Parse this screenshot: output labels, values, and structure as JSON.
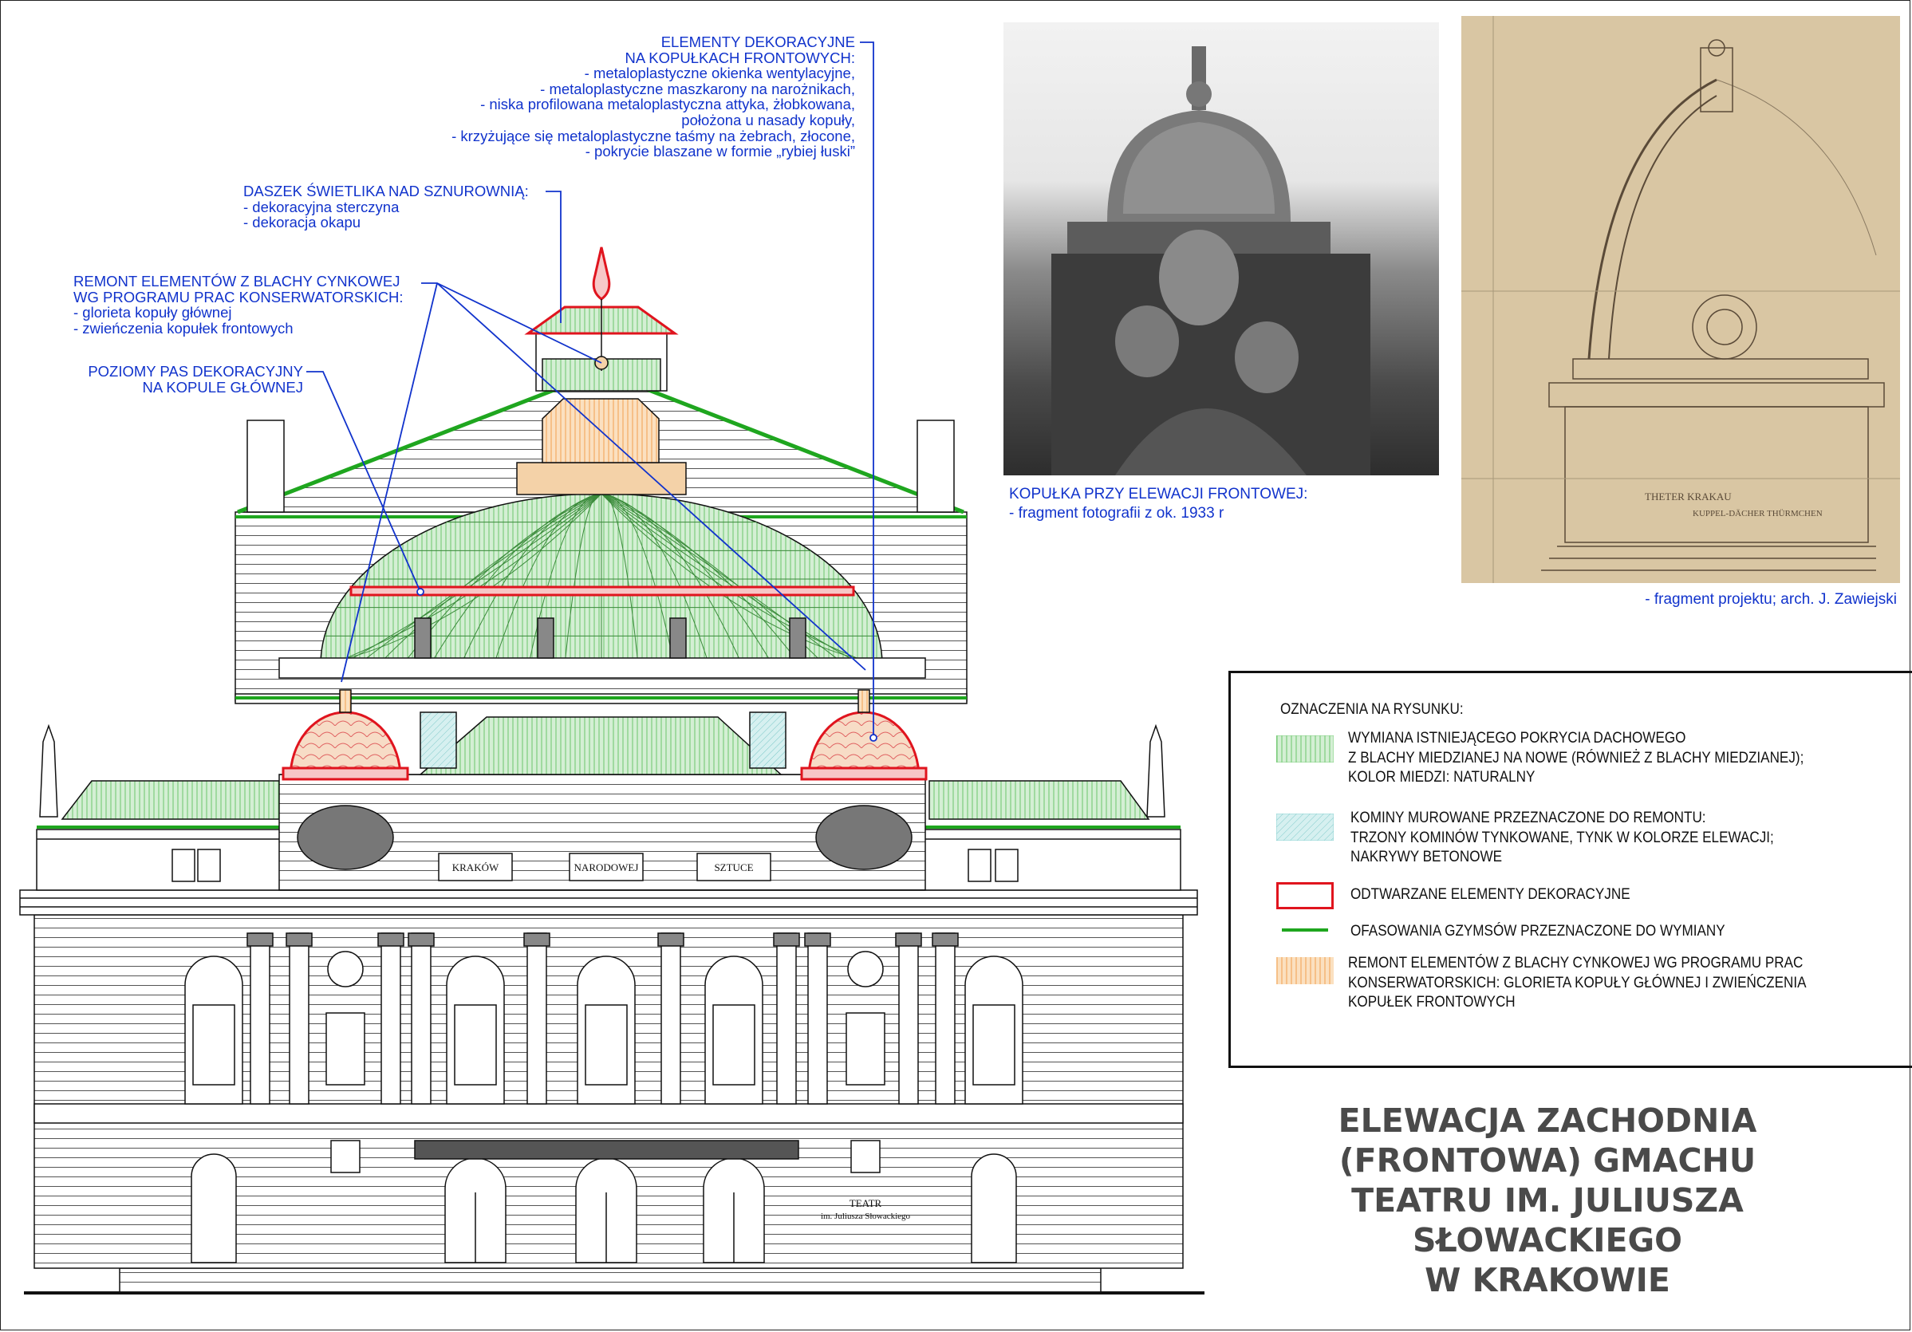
{
  "annotations": {
    "front_domes": {
      "title": [
        "ELEMENTY DEKORACYJNE",
        "NA KOPUŁKACH FRONTOWYCH:"
      ],
      "items": [
        "- metaloplastyczne okienka wentylacyjne,",
        "- metaloplastyczne maszkarony na narożnikach,",
        "- niska profilowana metaloplastyczna attyka, żłobkowana,",
        "położona u nasady kopuły,",
        "- krzyżujące się metaloplastyczne taśmy na żebrach, złocone,",
        "- pokrycie blaszane w formie „rybiej łuski”"
      ]
    },
    "skylight_roof": {
      "title": "DASZEK ŚWIETLIKA NAD SZNUROWNIĄ:",
      "items": [
        "- dekoracyjna sterczyna",
        "- dekoracja okapu"
      ]
    },
    "zinc_repair": {
      "title": [
        "REMONT ELEMENTÓW Z BLACHY CYNKOWEJ",
        "WG PROGRAMU PRAC KONSERWATORSKICH:"
      ],
      "items": [
        "- glorieta kopuły głównej",
        "- zwieńczenia kopułek frontowych"
      ]
    },
    "dome_band": {
      "title": [
        "POZIOMY PAS DEKORACYJNY",
        "NA KOPULE GŁÓWNEJ"
      ]
    }
  },
  "building_signs": {
    "sign1": "KRAKÓW",
    "sign2": "NARODOWEJ",
    "sign3": "SZTUCE",
    "theatre_plaque": [
      "TEATR",
      "im. Juliusza Słowackiego"
    ]
  },
  "photo": {
    "caption_title": "KOPUŁKA PRZY ELEWACJI FRONTOWEJ:",
    "caption_text": "- fragment fotografii z ok. 1933 r"
  },
  "sketch": {
    "inscriptions": [
      "THETER KRAKAU",
      "KUPPEL-DÄCHER THÜRMCHEN"
    ],
    "caption": "- fragment projektu; arch. J. Zawiejski"
  },
  "legend": {
    "title": "OZNACZENIA NA RYSUNKU:",
    "items": [
      {
        "swatch": "green-hatch",
        "color": "#7fd27f",
        "lines": [
          "WYMIANA ISTNIEJĄCEGO POKRYCIA DACHOWEGO",
          "Z BLACHY MIEDZIANEJ NA NOWE (RÓWNIEŻ Z BLACHY MIEDZIANEJ);",
          "KOLOR MIEDZI: NATURALNY"
        ]
      },
      {
        "swatch": "cyan-hatch",
        "color": "#8fd3d3",
        "lines": [
          "KOMINY MUROWANE PRZEZNACZONE DO REMONTU:",
          "TRZONY KOMINÓW TYNKOWANE, TYNK W KOLORZE ELEWACJI;",
          "NAKRYWY BETONOWE"
        ]
      },
      {
        "swatch": "red-outline",
        "color": "#e0141e",
        "lines": [
          "ODTWARZANE ELEMENTY DEKORACYJNE"
        ]
      },
      {
        "swatch": "green-line",
        "color": "#1fa61f",
        "lines": [
          "OFASOWANIA  GZYMSÓW PRZEZNACZONE DO WYMIANY"
        ]
      },
      {
        "swatch": "orange-hatch",
        "color": "#f5b26b",
        "lines": [
          "REMONT ELEMENTÓW Z BLACHY CYNKOWEJ WG PROGRAMU PRAC",
          "KONSERWATORSKICH: GLORIETA KOPUŁY GŁÓWNEJ I ZWIEŃCZENIA",
          "KOPUŁEK FRONTOWYCH"
        ]
      }
    ]
  },
  "title": [
    "ELEWACJA ZACHODNIA",
    "(FRONTOWA) GMACHU",
    "TEATRU IM. JULIUSZA SŁOWACKIEGO",
    "W KRAKOWIE"
  ],
  "colors": {
    "annotation": "#1133cc",
    "roof_green": "#bfe5c0",
    "cornice_green": "#1fa61f",
    "decor_red": "#e0141e",
    "zinc_orange": "#f5b26b",
    "chimney_cyan": "#b8e4e4"
  }
}
